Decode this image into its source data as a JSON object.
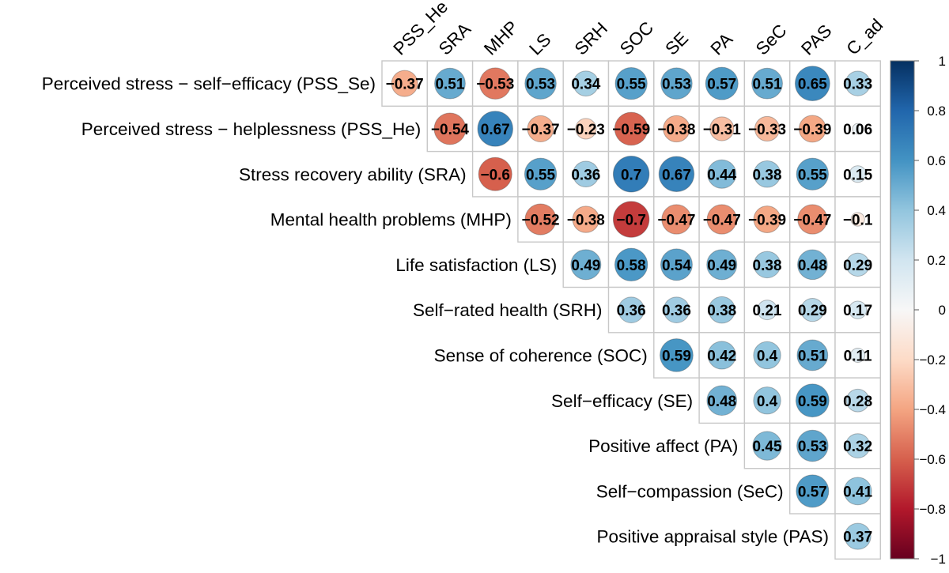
{
  "chart_data": {
    "type": "heatmap",
    "subtype": "correlation-circle-upper-triangle",
    "row_labels": [
      "Perceived stress − self−efficacy (PSS_Se)",
      "Perceived stress − helplessness (PSS_He)",
      "Stress recovery ability (SRA)",
      "Mental health problems (MHP)",
      "Life satisfaction (LS)",
      "Self−rated health (SRH)",
      "Sense of coherence (SOC)",
      "Self−efficacy (SE)",
      "Positive affect (PA)",
      "Self−compassion (SeC)",
      "Positive appraisal style (PAS)"
    ],
    "column_labels": [
      "PSS_He",
      "SRA",
      "MHP",
      "LS",
      "SRH",
      "SOC",
      "SE",
      "PA",
      "SeC",
      "PAS",
      "C_ad"
    ],
    "values": [
      [
        -0.37,
        0.51,
        -0.53,
        0.53,
        0.34,
        0.55,
        0.53,
        0.57,
        0.51,
        0.65,
        0.33
      ],
      [
        null,
        -0.54,
        0.67,
        -0.37,
        -0.23,
        -0.59,
        -0.38,
        -0.31,
        -0.33,
        -0.39,
        0.06
      ],
      [
        null,
        null,
        -0.6,
        0.55,
        0.36,
        0.7,
        0.67,
        0.44,
        0.38,
        0.55,
        0.15
      ],
      [
        null,
        null,
        null,
        -0.52,
        -0.38,
        -0.7,
        -0.47,
        -0.47,
        -0.39,
        -0.47,
        -0.1
      ],
      [
        null,
        null,
        null,
        null,
        0.49,
        0.58,
        0.54,
        0.49,
        0.38,
        0.48,
        0.29
      ],
      [
        null,
        null,
        null,
        null,
        null,
        0.36,
        0.36,
        0.38,
        0.21,
        0.29,
        0.17
      ],
      [
        null,
        null,
        null,
        null,
        null,
        null,
        0.59,
        0.42,
        0.4,
        0.51,
        0.11
      ],
      [
        null,
        null,
        null,
        null,
        null,
        null,
        null,
        0.48,
        0.4,
        0.59,
        0.28
      ],
      [
        null,
        null,
        null,
        null,
        null,
        null,
        null,
        null,
        0.45,
        0.53,
        0.32
      ],
      [
        null,
        null,
        null,
        null,
        null,
        null,
        null,
        null,
        null,
        0.57,
        0.41
      ],
      [
        null,
        null,
        null,
        null,
        null,
        null,
        null,
        null,
        null,
        null,
        0.37
      ]
    ],
    "value_labels": [
      [
        "−0.37",
        "0.51",
        "−0.53",
        "0.53",
        "0.34",
        "0.55",
        "0.53",
        "0.57",
        "0.51",
        "0.65",
        "0.33"
      ],
      [
        null,
        "−0.54",
        "0.67",
        "−0.37",
        "−0.23",
        "−0.59",
        "−0.38",
        "−0.31",
        "−0.33",
        "−0.39",
        "0.06"
      ],
      [
        null,
        null,
        "−0.6",
        "0.55",
        "0.36",
        "0.7",
        "0.67",
        "0.44",
        "0.38",
        "0.55",
        "0.15"
      ],
      [
        null,
        null,
        null,
        "−0.52",
        "−0.38",
        "−0.7",
        "−0.47",
        "−0.47",
        "−0.39",
        "−0.47",
        "−0.1"
      ],
      [
        null,
        null,
        null,
        null,
        "0.49",
        "0.58",
        "0.54",
        "0.49",
        "0.38",
        "0.48",
        "0.29"
      ],
      [
        null,
        null,
        null,
        null,
        null,
        "0.36",
        "0.36",
        "0.38",
        "0.21",
        "0.29",
        "0.17"
      ],
      [
        null,
        null,
        null,
        null,
        null,
        null,
        "0.59",
        "0.42",
        "0.4",
        "0.51",
        "0.11"
      ],
      [
        null,
        null,
        null,
        null,
        null,
        null,
        null,
        "0.48",
        "0.4",
        "0.59",
        "0.28"
      ],
      [
        null,
        null,
        null,
        null,
        null,
        null,
        null,
        null,
        "0.45",
        "0.53",
        "0.32"
      ],
      [
        null,
        null,
        null,
        null,
        null,
        null,
        null,
        null,
        null,
        "0.57",
        "0.41"
      ],
      [
        null,
        null,
        null,
        null,
        null,
        null,
        null,
        null,
        null,
        null,
        "0.37"
      ]
    ],
    "colorbar": {
      "range": [
        -1,
        1
      ],
      "ticks": [
        1,
        0.8,
        0.6,
        0.4,
        0.2,
        0,
        -0.2,
        -0.4,
        -0.6,
        -0.8,
        -1
      ],
      "tick_labels": [
        "1",
        "0.8",
        "0.6",
        "0.4",
        "0.2",
        "0",
        "−0.2",
        "−0.4",
        "−0.6",
        "−0.8",
        "−1"
      ],
      "placement": "right",
      "colors": {
        "negative_end": "#67001f",
        "neutral": "#f7f7f7",
        "positive_end": "#053061",
        "scale": [
          "#67001f",
          "#b2182b",
          "#d6604d",
          "#f4a582",
          "#fddbc7",
          "#f7f7f7",
          "#d1e5f0",
          "#92c5de",
          "#4393c3",
          "#2166ac",
          "#053061"
        ]
      }
    },
    "grid": true,
    "title": "",
    "xlabel": "",
    "ylabel": ""
  }
}
